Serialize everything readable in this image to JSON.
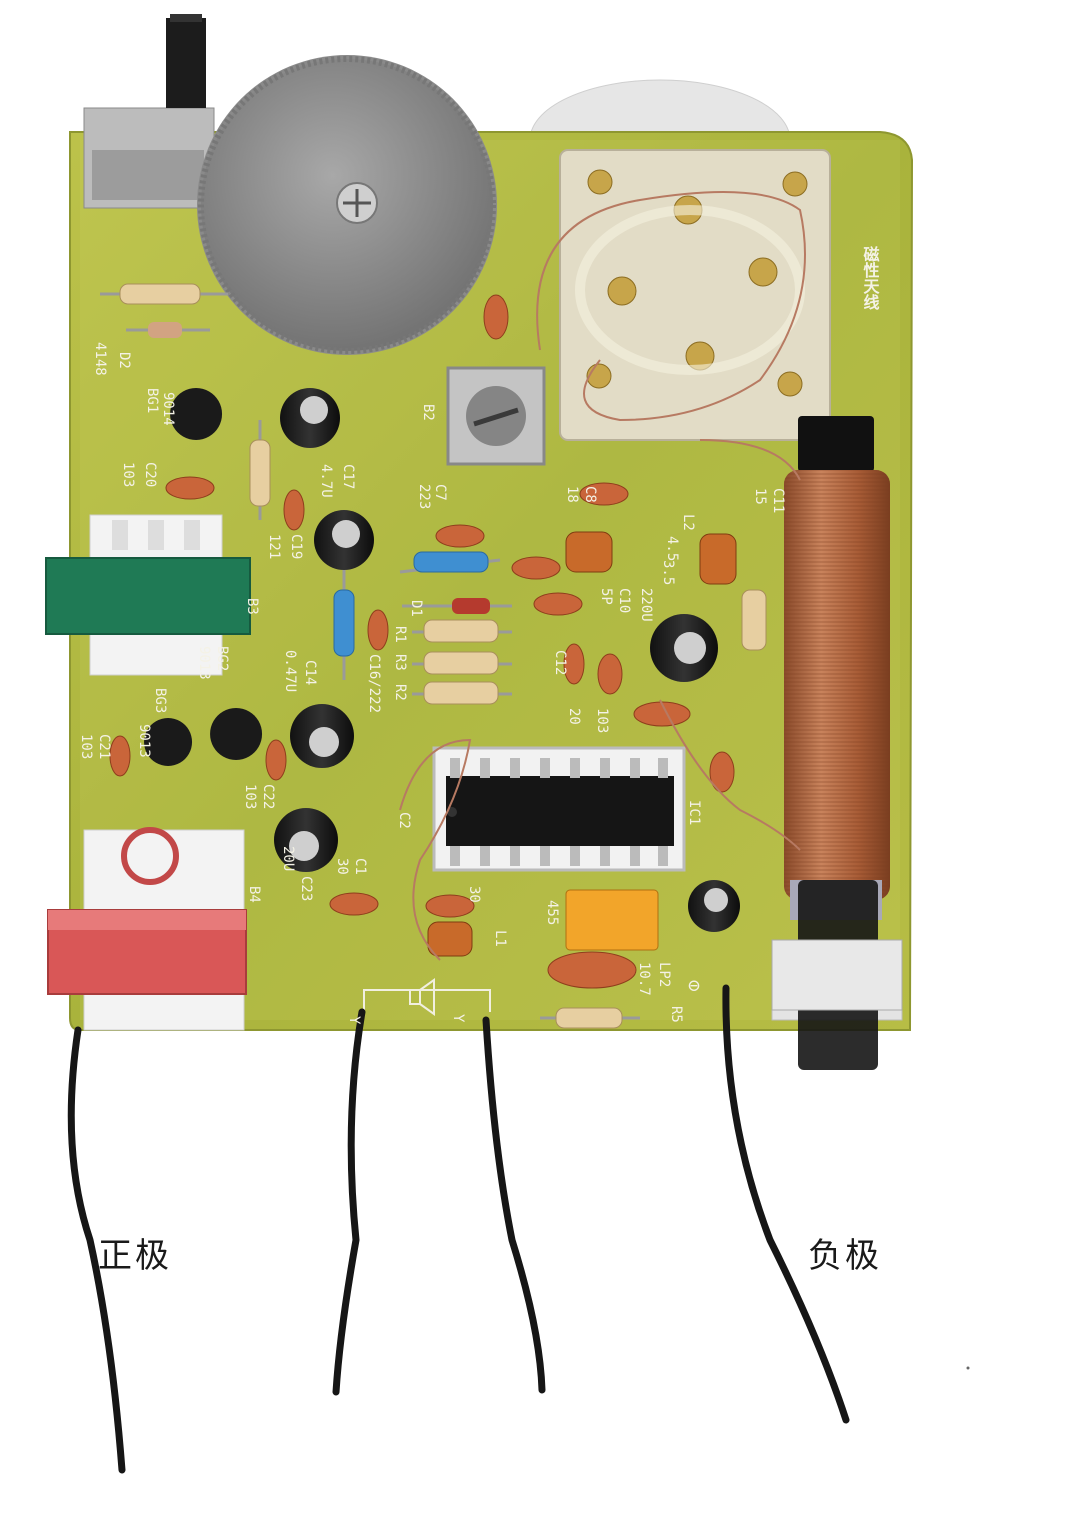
{
  "wire_labels": {
    "positive": "正极",
    "negative": "负极"
  },
  "silkscreen": {
    "antenna": "磁性天线",
    "diode_d2": "D2",
    "diode_4148": "4148",
    "bg1": "BG1",
    "t9014": "9014",
    "c20": "C20",
    "c20_val": "103",
    "c17": "C17",
    "c17_val": "4.7U",
    "c19": "C19",
    "c19_val": "121",
    "c7": "C7",
    "c7_val": "223",
    "c8": "C8",
    "c8_val": "18",
    "b2": "B2",
    "l2": "L2",
    "l2_val": "4.5",
    "l3_val": "3.5",
    "c11": "C11",
    "c11_val": "15",
    "c10": "C10",
    "c10_val": "5P",
    "c10_cap": "220U",
    "d1": "D1",
    "r1": "R1",
    "r3": "R3",
    "r2": "R2",
    "c14": "C14",
    "c14_val": "0.47U",
    "c16": "C16/222",
    "bg2": "BG2",
    "t9013": "9013",
    "bg3": "BG3",
    "t9013b": "9013",
    "c21": "C21",
    "c21_val": "103",
    "c22": "C22",
    "c22_val": "103",
    "c23": "C23",
    "c23_val": "20U",
    "c1": "C1",
    "c1_val": "30",
    "l1": "L1",
    "ic1": "IC1",
    "c2": "C2",
    "c3_val": "30",
    "lp2": "LP2",
    "lp2_val": "10.7",
    "r5": "R5",
    "b3": "B3",
    "b4": "B4",
    "c12": "C12",
    "c12_val": "20",
    "c13_val": "103",
    "val_455": "455",
    "minus": "⊖",
    "spk_y1": "Y",
    "spk_y2": "Y"
  }
}
